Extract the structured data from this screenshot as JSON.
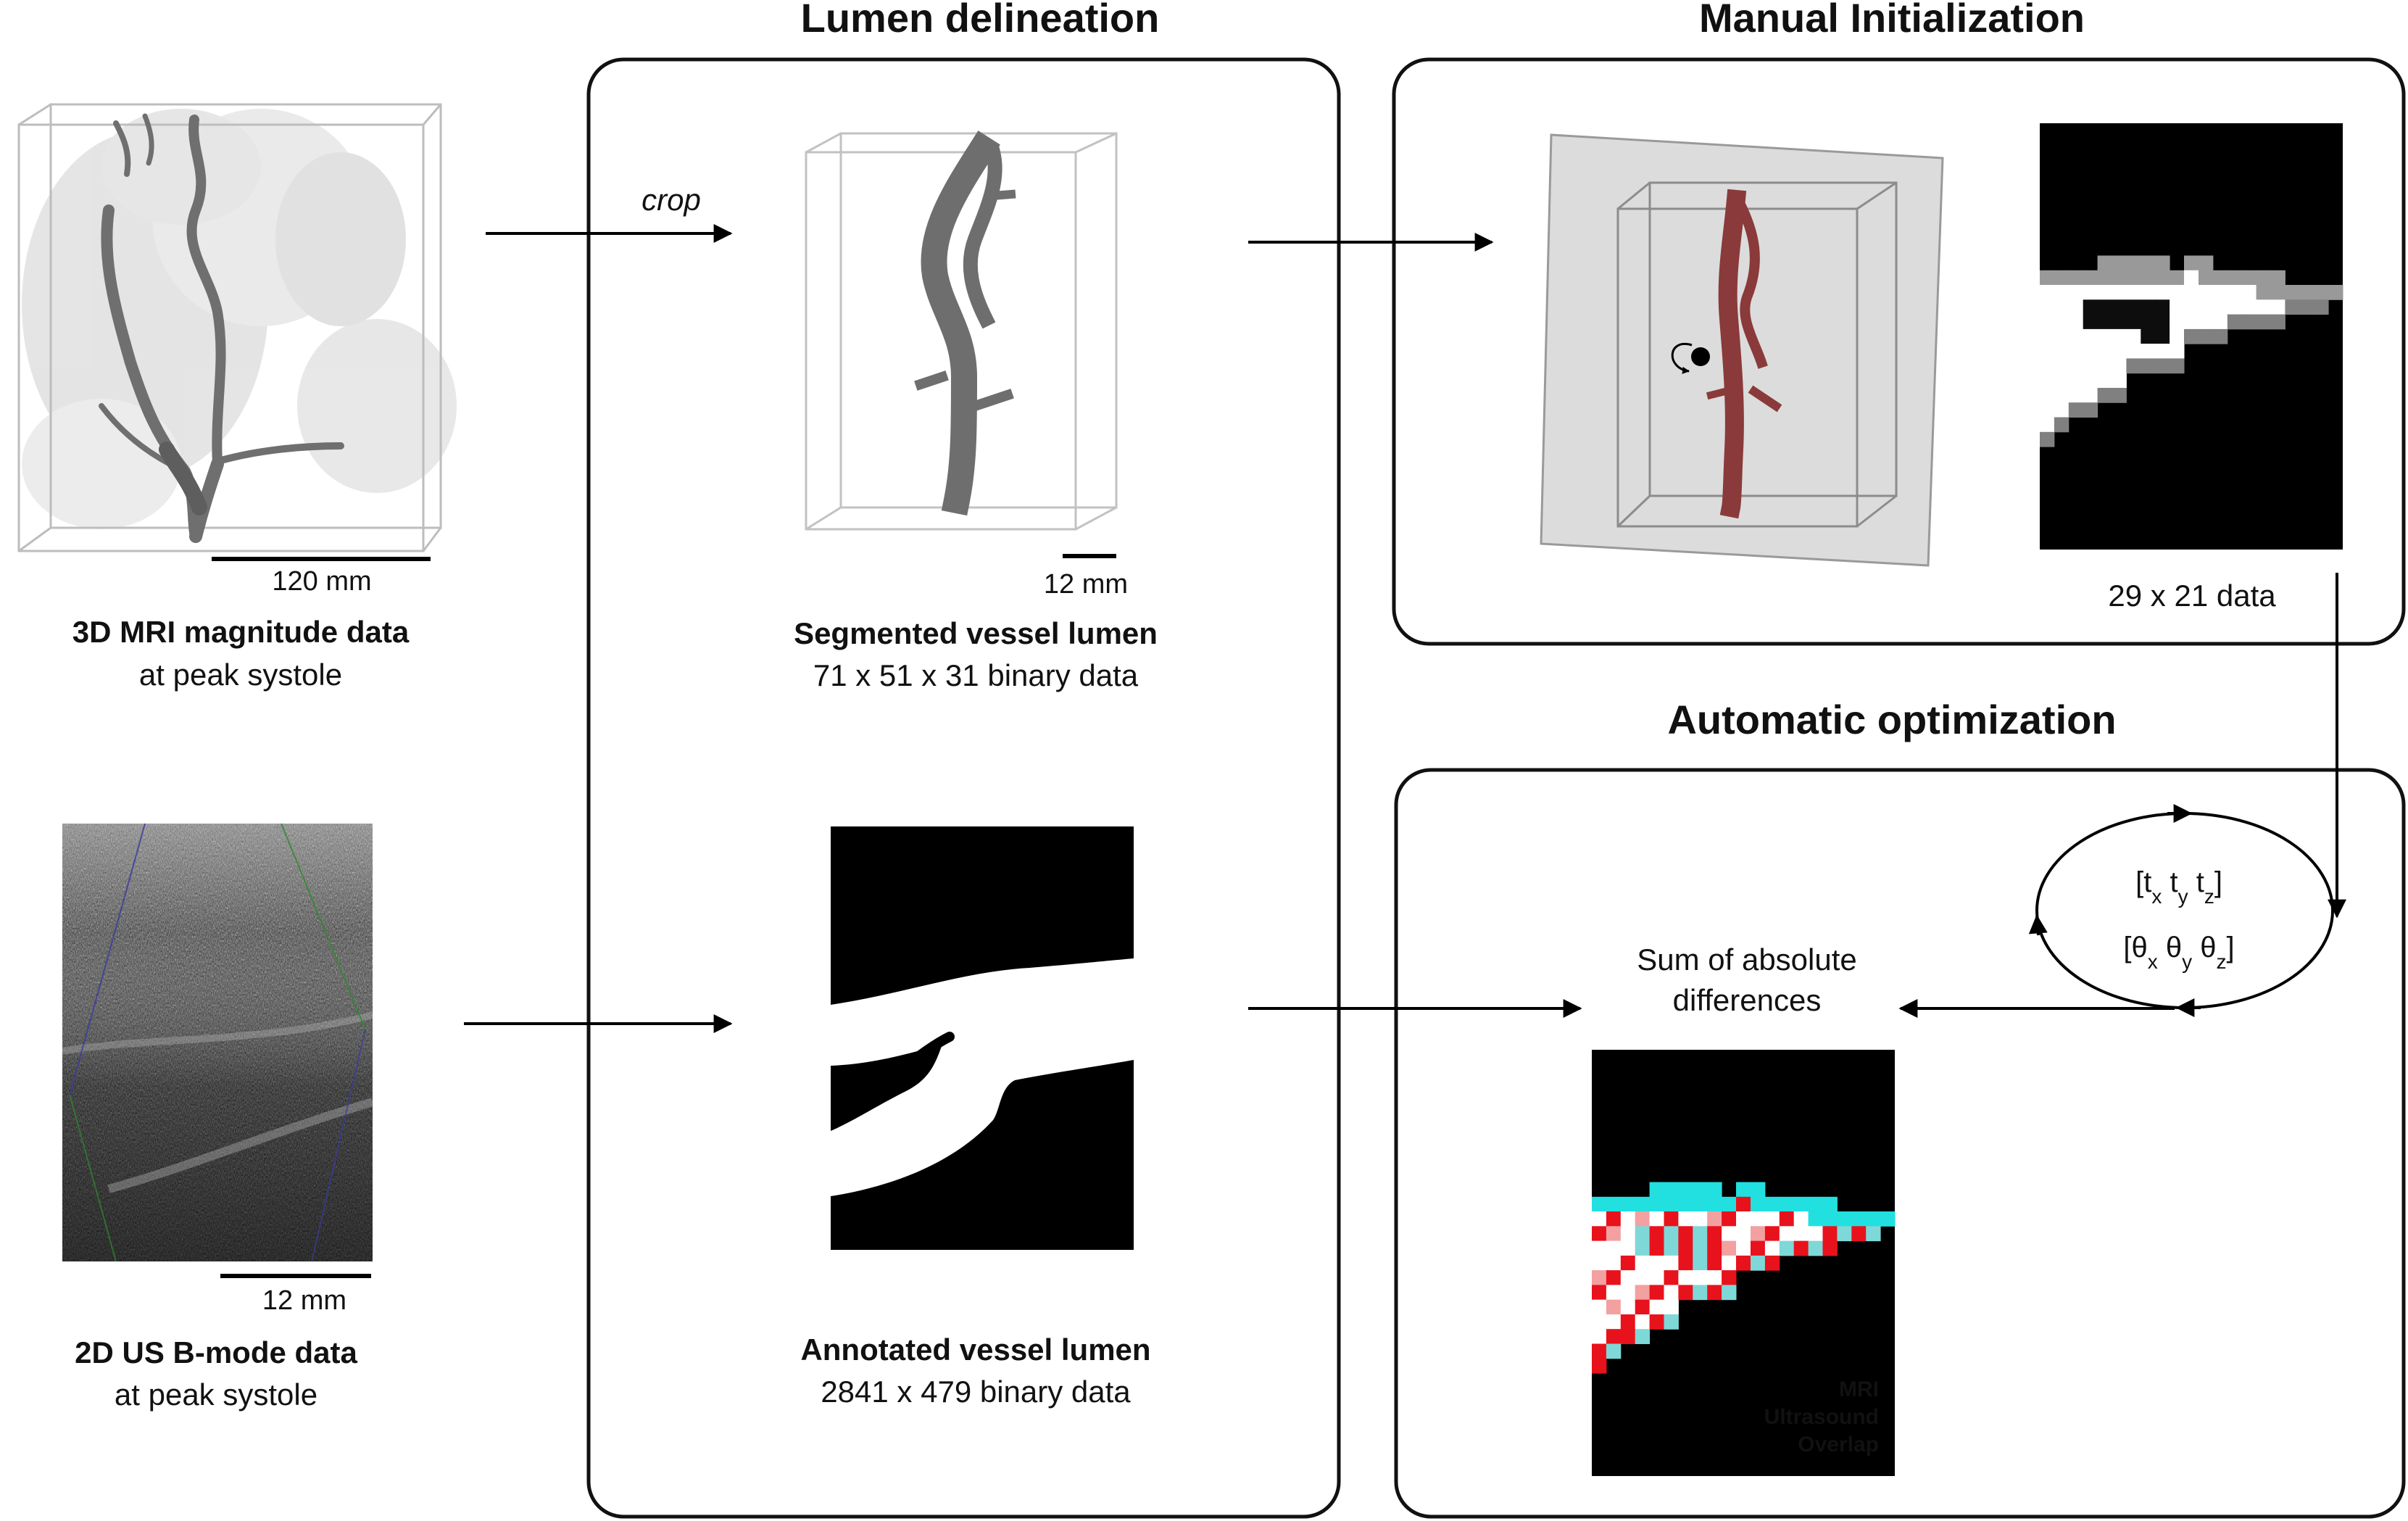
{
  "titles": {
    "lumen": "Lumen delineation",
    "manual": "Manual Initialization",
    "auto": "Automatic optimization"
  },
  "mri": {
    "scale": "120 mm",
    "title": "3D MRI magnitude data",
    "subtitle": "at peak systole"
  },
  "us": {
    "scale": "12 mm",
    "title": "2D US B-mode data",
    "subtitle": "at peak systole"
  },
  "segmented": {
    "crop": "crop",
    "scale": "12 mm",
    "title": "Segmented vessel lumen",
    "subtitle": "71 x 51 x 31 binary data"
  },
  "annotated": {
    "title": "Annotated vessel lumen",
    "subtitle": "2841 x 479 binary data"
  },
  "manual_data": "29 x 21 data",
  "sad": {
    "line1": "Sum of absolute",
    "line2": "differences"
  },
  "params": {
    "t": {
      "base": "t",
      "subs": [
        "x",
        "y",
        "z"
      ]
    },
    "theta": {
      "base": "θ",
      "subs": [
        "x",
        "y",
        "z"
      ]
    }
  },
  "legend": {
    "mri": {
      "label": "MRI",
      "color": "#22e0e0"
    },
    "us": {
      "label": "Ultrasound",
      "color": "#e8121c"
    },
    "overlap": {
      "label": "Overlap",
      "color": "#ffffff"
    }
  },
  "colors": {
    "vessel_gray": "#6e6e6e",
    "vessel_red": "#8a3a3a",
    "plane_gray": "#dcdcdc"
  }
}
